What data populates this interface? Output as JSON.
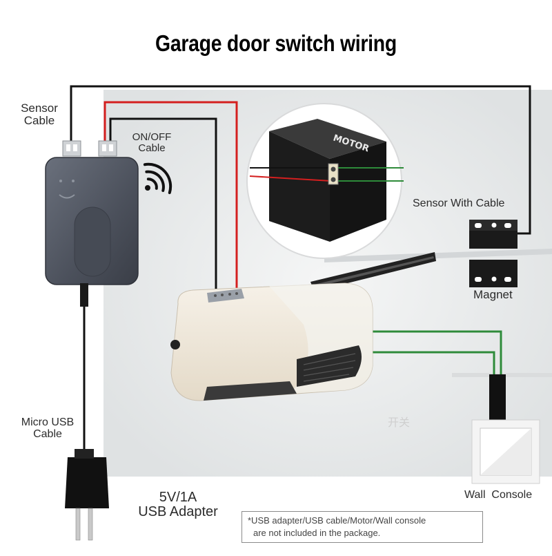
{
  "title": "Garage door switch wiring",
  "labels": {
    "sensor_cable": [
      "Sensor",
      "Cable"
    ],
    "onoff_cable": [
      "ON/OFF",
      "Cable"
    ],
    "sensor_with_cable": "Sensor With Cable",
    "magnet": "Magnet",
    "micro_usb_cable": [
      "Micro USB",
      "Cable"
    ],
    "usb_adapter": [
      "5V/1A",
      "USB Adapter"
    ],
    "wall_console": "Wall  Console",
    "motor": "MOTOR"
  },
  "note": {
    "line1": "*USB adapter/USB cable/Motor/Wall console",
    "line2": "are not included in the package."
  },
  "watermark": "开关",
  "colors": {
    "wire_black": "#111111",
    "wire_red": "#d41f1f",
    "wire_green": "#2e8b3a",
    "device": "#4f5460",
    "opener_cream": "#efe6d6",
    "backdrop": "#e9ebec"
  },
  "icons": [
    "wifi-icon",
    "smiley-face-icon"
  ]
}
